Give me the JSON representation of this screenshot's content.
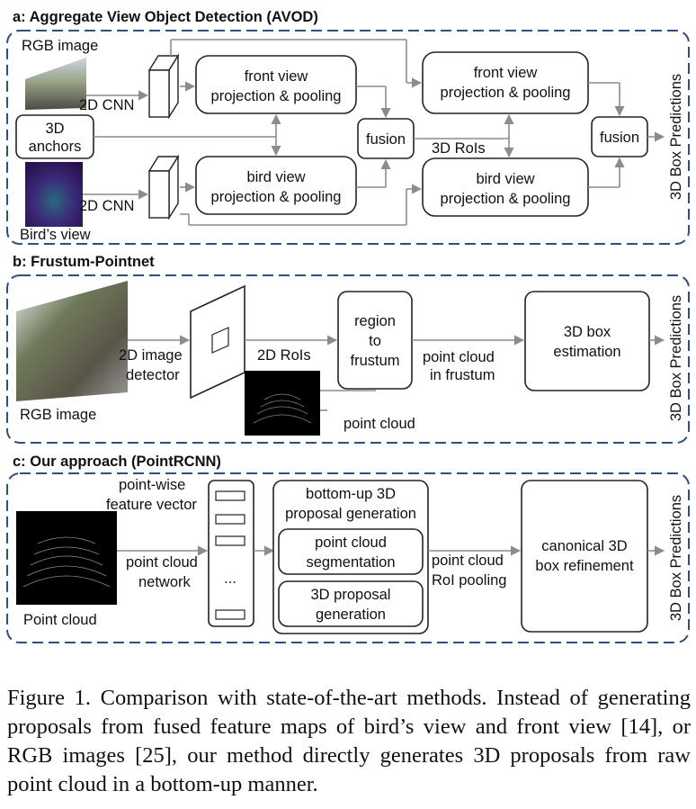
{
  "sections": {
    "a": {
      "title": "a: Aggregate View Object Detection (AVOD)",
      "rgb_image": "RGB image",
      "cnn_top": "2D CNN",
      "cnn_bottom": "2D CNN",
      "anchors_line1": "3D",
      "anchors_line2": "anchors",
      "birds_view": "Bird’s view",
      "front_proj_1_line1": "front view",
      "front_proj_1_line2": "projection & pooling",
      "bird_proj_1_line1": "bird view",
      "bird_proj_1_line2": "projection & pooling",
      "fusion_1": "fusion",
      "rois": "3D RoIs",
      "front_proj_2_line1": "front view",
      "front_proj_2_line2": "projection & pooling",
      "bird_proj_2_line1": "bird view",
      "bird_proj_2_line2": "projection & pooling",
      "fusion_2": "fusion",
      "output": "3D Box Predictions"
    },
    "b": {
      "title": "b: Frustum-Pointnet",
      "rgb_image": "RGB image",
      "detector_line1": "2D image",
      "detector_line2": "detector",
      "rois": "2D RoIs",
      "region_line1": "region",
      "region_line2": "to",
      "region_line3": "frustum",
      "pc_in_frustum_line1": "point cloud",
      "pc_in_frustum_line2": "in frustum",
      "point_cloud": "point cloud",
      "estimation_line1": "3D box",
      "estimation_line2": "estimation",
      "output": "3D Box Predictions"
    },
    "c": {
      "title": "c: Our approach (PointRCNN)",
      "pointwise_line1": "point-wise",
      "pointwise_line2": "feature vector",
      "pc_network_line1": "point cloud",
      "pc_network_line2": "network",
      "point_cloud": "Point cloud",
      "ellipsis": "...",
      "proposal_line1": "bottom-up 3D",
      "proposal_line2": "proposal generation",
      "segmentation_line1": "point cloud",
      "segmentation_line2": "segmentation",
      "proposal_gen_line1": "3D proposal",
      "proposal_gen_line2": "generation",
      "roi_pooling_line1": "point cloud",
      "roi_pooling_line2": "RoI pooling",
      "refine_line1": "canonical 3D",
      "refine_line2": "box refinement",
      "output": "3D Box Predictions"
    }
  },
  "caption": "Figure 1. Comparison with state-of-the-art methods.  Instead of generating proposals from fused feature maps of bird’s view and front view [14], or RGB images [25], our method directly generates 3D proposals from raw point cloud in a bottom-up manner.",
  "colors": {
    "dashed_border": "#2f4f7f",
    "arrow": "#8c8c8c",
    "box_stroke": "#222222",
    "lidar_bg": "#000000",
    "birdview_bg": "#3a1a6a"
  }
}
